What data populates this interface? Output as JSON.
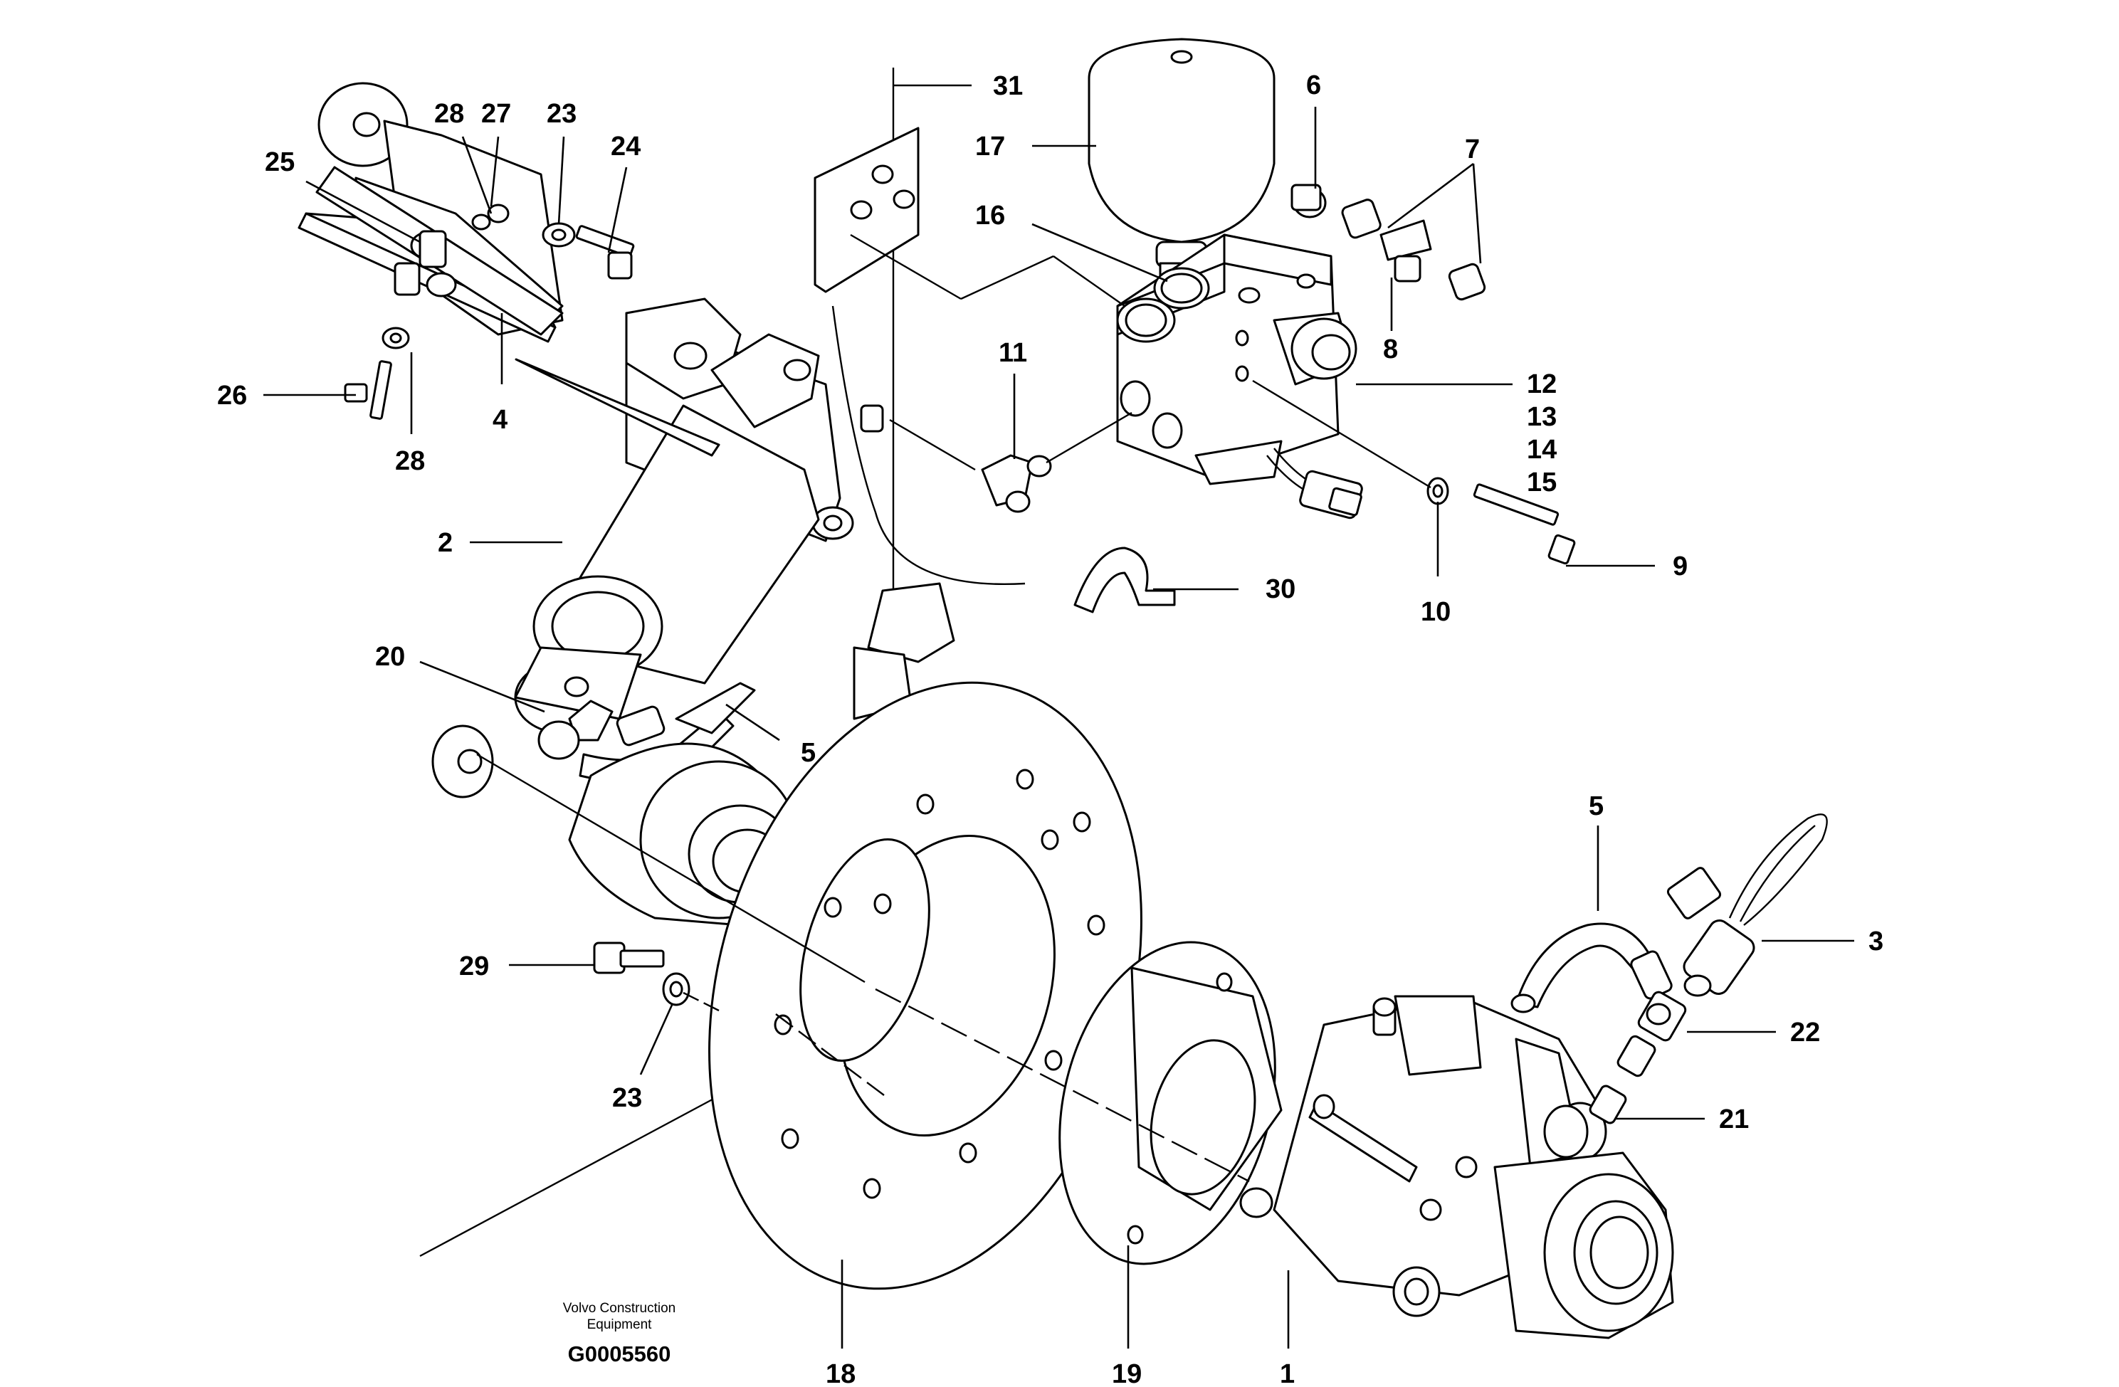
{
  "figure": {
    "credit_line1": "Volvo Construction",
    "credit_line2": "Equipment",
    "figure_code": "G0005560"
  },
  "callouts": {
    "c1": "1",
    "c2": "2",
    "c3": "3",
    "c4": "4",
    "c5a": "5",
    "c5b": "5",
    "c6": "6",
    "c7": "7",
    "c8": "8",
    "c9": "9",
    "c10": "10",
    "c11": "11",
    "c12": "12",
    "c13": "13",
    "c14": "14",
    "c15": "15",
    "c16": "16",
    "c17": "17",
    "c18": "18",
    "c19": "19",
    "c20": "20",
    "c21": "21",
    "c22": "22",
    "c23a": "23",
    "c23b": "23",
    "c24": "24",
    "c25": "25",
    "c26": "26",
    "c27": "27",
    "c28a": "28",
    "c28b": "28",
    "c29": "29",
    "c30": "30",
    "c31": "31"
  }
}
